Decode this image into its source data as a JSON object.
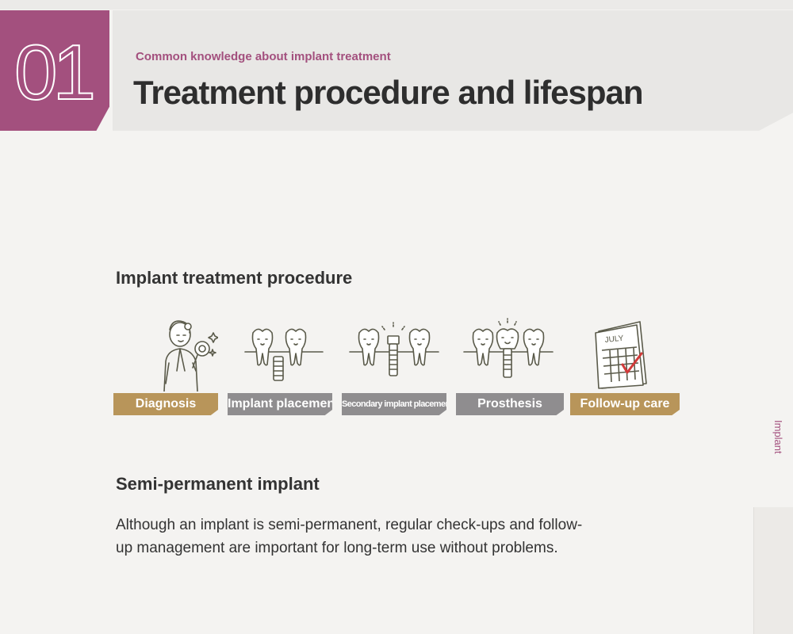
{
  "header": {
    "number": "01",
    "subtitle": "Common knowledge about implant treatment",
    "title": "Treatment procedure and lifespan"
  },
  "procedure": {
    "heading": "Implant treatment procedure",
    "steps": [
      {
        "label": "Diagnosis",
        "color": "#b8955a",
        "icon": "dentist-magnifier-icon"
      },
      {
        "label": "Implant placement",
        "color": "#8f8d8f",
        "icon": "implant-placement-icon"
      },
      {
        "label": "Secondary implant placement",
        "color": "#8f8d8f",
        "icon": "secondary-implant-icon"
      },
      {
        "label": "Prosthesis",
        "color": "#8f8d8f",
        "icon": "prosthesis-crown-icon"
      },
      {
        "label": "Follow-up care",
        "color": "#b8955a",
        "icon": "calendar-check-icon"
      }
    ]
  },
  "calendar_month": "JULY",
  "semi_permanent": {
    "heading": "Semi-permanent implant",
    "text": "Although an implant is semi-permanent, regular check-ups and follow-up management are important for long-term use without problems."
  },
  "side_tab": "Implant",
  "colors": {
    "accent": "#a3507e",
    "gold": "#b8955a",
    "gray": "#8f8d8f"
  }
}
